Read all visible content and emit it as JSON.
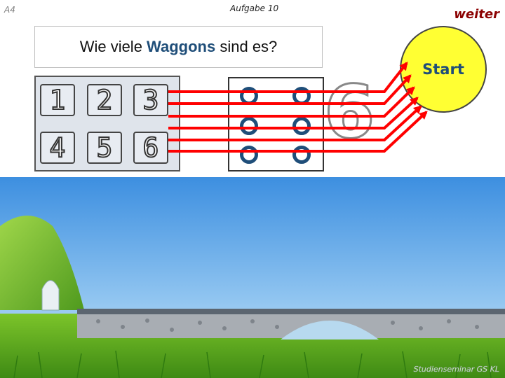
{
  "header": {
    "page_label": "A4",
    "task_label": "Aufgabe 10",
    "next_label": "weiter"
  },
  "question": {
    "before": "Wie viele ",
    "highlight": "Waggons",
    "after": " sind es?"
  },
  "number_buttons": [
    "1",
    "2",
    "3",
    "4",
    "5",
    "6"
  ],
  "answer": {
    "dot_count": 6,
    "big_digit": "6"
  },
  "start_label": "Start",
  "footer": {
    "credit": "Studienseminar GS KL"
  },
  "colors": {
    "accent": "#1f4e79",
    "arrow": "#ff0000",
    "start_fill": "#ffff33",
    "next": "#8b0000"
  }
}
